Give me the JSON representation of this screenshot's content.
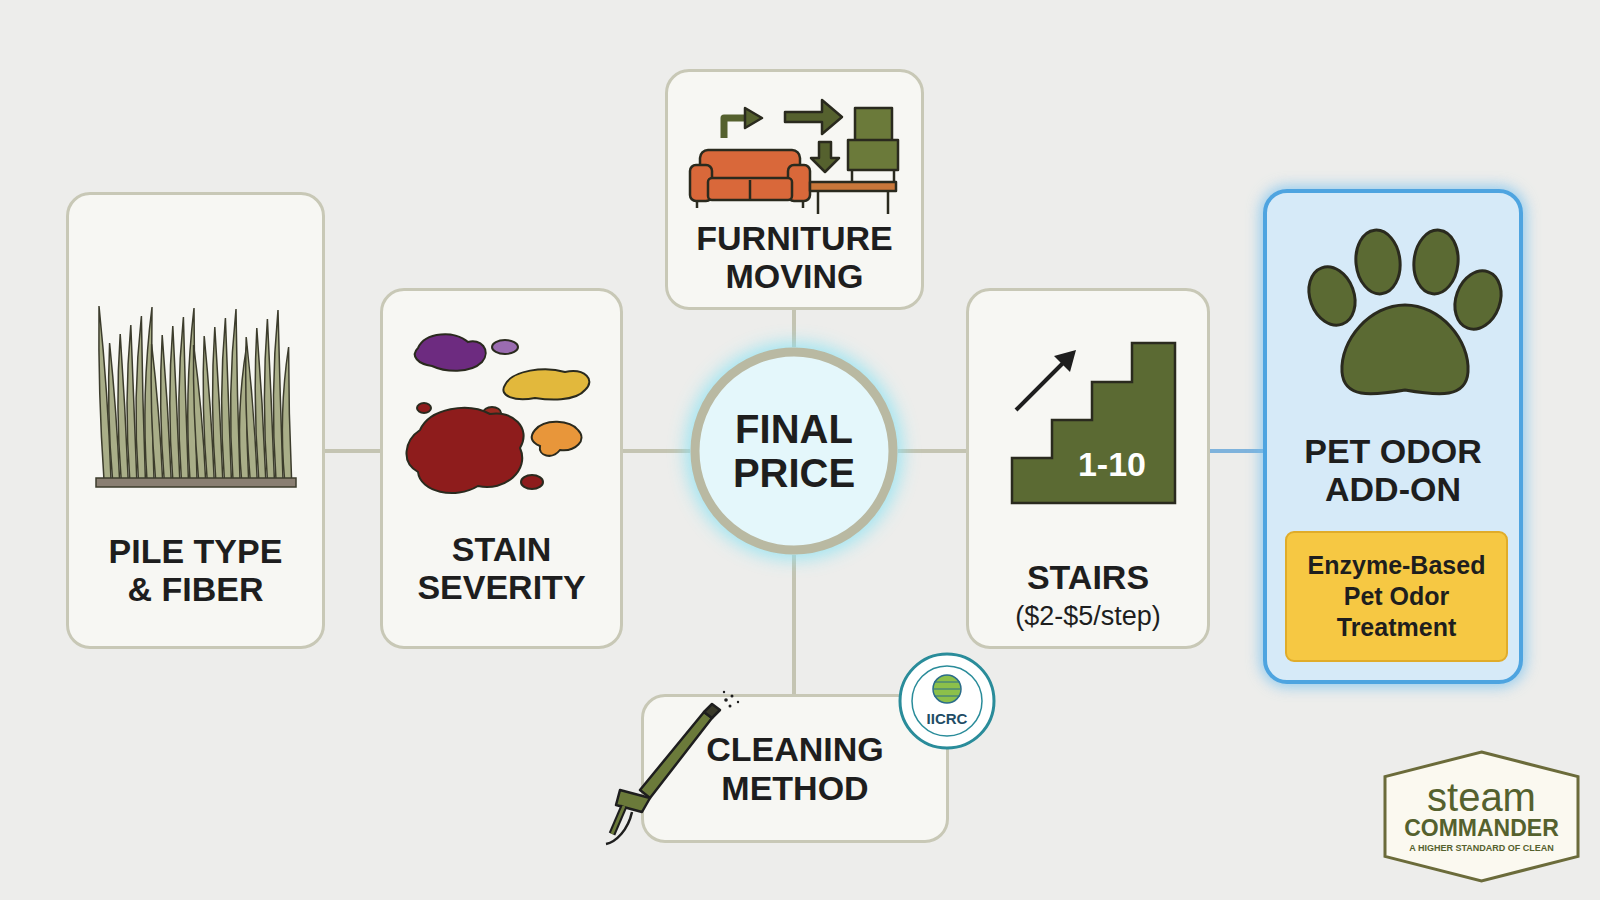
{
  "diagram": {
    "nodes": [
      {
        "text": [
          "FURNITURE MOVING"
        ]
      },
      {
        "text": [
          "PILE TYPE & FIBER"
        ]
      },
      {
        "text": [
          "STAIN SEVERITY"
        ]
      },
      {
        "text": [
          "FINAL PRICE"
        ]
      },
      {
        "text": [
          "1-10",
          "STAIRS",
          "($2-$5/step)"
        ]
      },
      {
        "text": [
          "PET ODOR ADD-ON"
        ]
      },
      {
        "text": [
          "Enzyme-Based Pet Odor Treatment"
        ],
        "in": 5
      },
      {
        "text": [
          "CLEANING METHOD"
        ]
      },
      {
        "text": [
          "IICRC"
        ]
      },
      {
        "text": [
          "steam",
          "COMMANDER",
          "A HIGHER STANDARD OF CLEAN"
        ]
      }
    ],
    "edges": [
      {
        "from": 1,
        "to": 2,
        "arrow": "none"
      },
      {
        "from": 2,
        "to": 3,
        "arrow": "none"
      },
      {
        "from": 0,
        "to": 3,
        "arrow": "none"
      },
      {
        "from": 3,
        "to": 4,
        "arrow": "none"
      },
      {
        "from": 4,
        "to": 5,
        "arrow": "none"
      },
      {
        "from": 3,
        "to": 7,
        "arrow": "none"
      }
    ]
  }
}
